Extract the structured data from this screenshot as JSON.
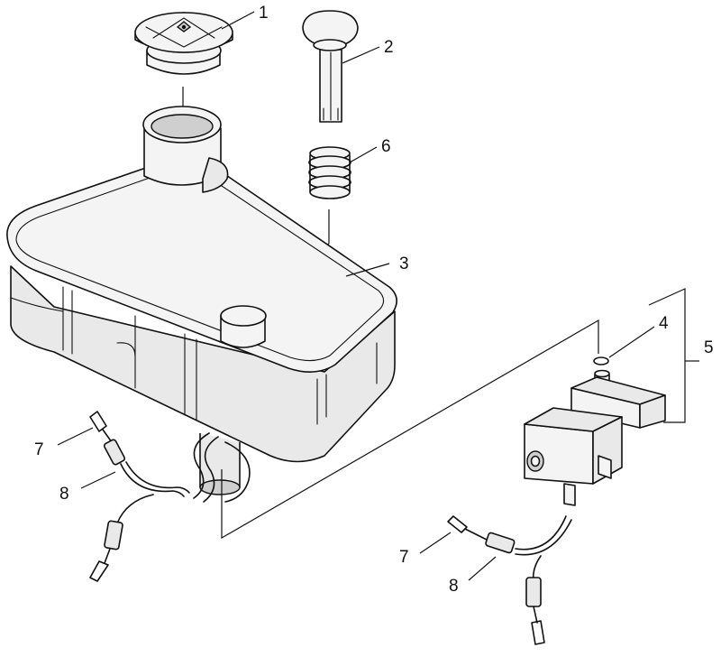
{
  "callouts": [
    {
      "key": "1",
      "text": "1"
    },
    {
      "key": "2",
      "text": "2"
    },
    {
      "key": "6",
      "text": "6"
    },
    {
      "key": "3",
      "text": "3"
    },
    {
      "key": "4",
      "text": "4"
    },
    {
      "key": "5",
      "text": "5"
    },
    {
      "key": "7a",
      "text": "7"
    },
    {
      "key": "8a",
      "text": "8"
    },
    {
      "key": "7b",
      "text": "7"
    },
    {
      "key": "8b",
      "text": "8"
    }
  ]
}
